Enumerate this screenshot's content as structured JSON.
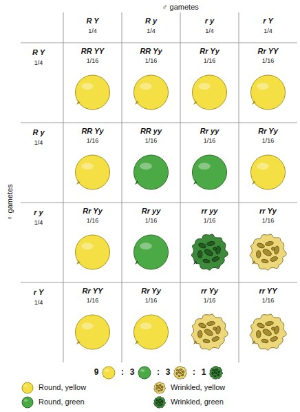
{
  "diagram": {
    "labels": [
      "♂ gametes",
      "R Y",
      "1/4",
      "R y",
      "1/4",
      "r y",
      "1/4",
      "r Y",
      "1/4",
      "♀ gametes",
      "R Y",
      "1/4",
      "RR YY",
      "1/16",
      "RR Yy",
      "1/16",
      "Rr Yy",
      "1/16",
      "Rr YY",
      "1/16",
      "R y",
      "1/4",
      "RR Yy",
      "1/16",
      "RR yy",
      "1/16",
      "Rr yy",
      "1/16",
      "Rr Yy",
      "1/16",
      "r y",
      "1/4",
      "Rr Yy",
      "1/16",
      "Rr yy",
      "1/16",
      "rr yy",
      "1/16",
      "rr Yy",
      "1/16",
      "r Y",
      "1/4",
      "Rr YY",
      "1/16",
      "Rr Yy",
      "1/16",
      "rr Yy",
      "1/16",
      "rr YY",
      "1/16",
      "9",
      ":",
      "3",
      ":",
      "3",
      ":",
      "1"
    ],
    "legend": [
      {
        "text": "Round, yellow"
      },
      {
        "text": "Wrinkled, yellow"
      },
      {
        "text": "Round, green"
      },
      {
        "text": "Wrinkled, green"
      }
    ]
  }
}
